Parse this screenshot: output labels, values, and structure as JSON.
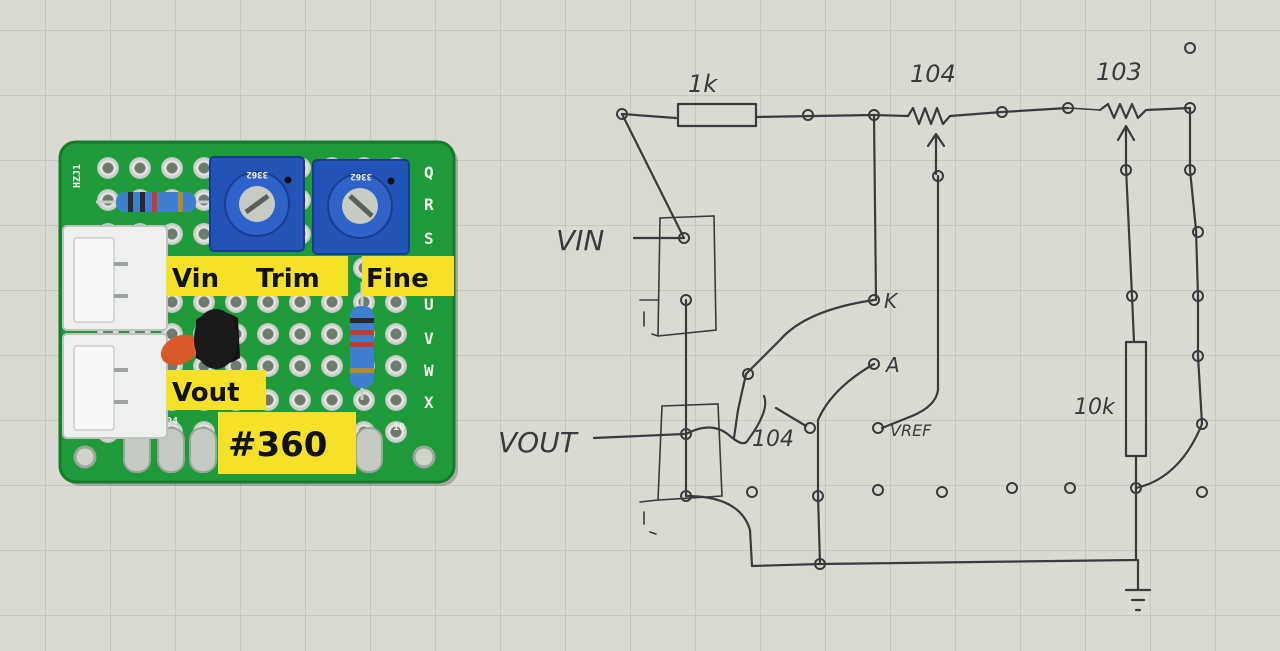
{
  "board": {
    "labels": {
      "vin": "Vin",
      "trim": "Trim",
      "fine": "Fine",
      "vout": "Vout",
      "number": "#360"
    },
    "silkscreen": {
      "rows": [
        "Q",
        "R",
        "S",
        "U",
        "V",
        "W",
        "X"
      ],
      "corner": "HZJ1",
      "pad_04": "04",
      "pad_10": "10",
      "pot_marks": [
        "3362",
        "3362"
      ]
    }
  },
  "schematic": {
    "resistor_1k": "1k",
    "pot_104": "104",
    "pot_103": "103",
    "vin": "VIN",
    "vout": "VOUT",
    "cap_104": "104",
    "pin_k": "K",
    "pin_a": "A",
    "pin_vref": "VREF",
    "resistor_10k": "10k"
  },
  "colors": {
    "paper": "#d9dbd2",
    "grid": "#b9bcb4",
    "pcb": "#1f9a3a",
    "label": "#f5e12a",
    "pot": "#2453b8",
    "ink": "#3a3a3c"
  }
}
